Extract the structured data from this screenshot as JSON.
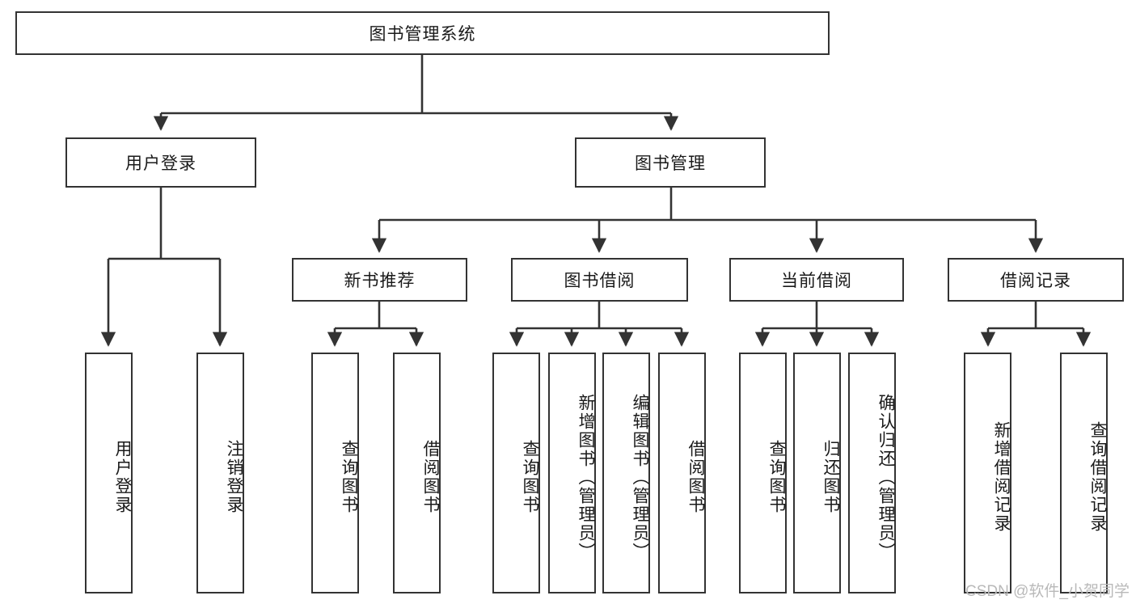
{
  "diagram": {
    "type": "tree",
    "title": "图书管理系统",
    "watermark": "CSDN @软件_小贺同学",
    "colors": {
      "stroke": "#333333",
      "fill": "#ffffff",
      "text": "#1a1a1a",
      "watermark": "#b9b9b9"
    },
    "levels": {
      "root": {
        "label": "图书管理系统"
      },
      "level2": [
        {
          "label": "用户登录"
        },
        {
          "label": "图书管理"
        }
      ],
      "level3": [
        {
          "label": "新书推荐"
        },
        {
          "label": "图书借阅"
        },
        {
          "label": "当前借阅"
        },
        {
          "label": "借阅记录"
        }
      ],
      "leaves": {
        "user_login": [
          {
            "label": "用户登录"
          },
          {
            "label": "注销登录"
          }
        ],
        "new_book": [
          {
            "label": "查询图书"
          },
          {
            "label": "借阅图书"
          }
        ],
        "book_borrow": [
          {
            "label": "查询图书"
          },
          {
            "label": "新增图书（管理员）"
          },
          {
            "label": "编辑图书（管理员）"
          },
          {
            "label": "借阅图书"
          }
        ],
        "current_borrow": [
          {
            "label": "查询图书"
          },
          {
            "label": "归还图书"
          },
          {
            "label": "确认归还（管理员）"
          }
        ],
        "borrow_record": [
          {
            "label": "新增借阅记录"
          },
          {
            "label": "查询借阅记录"
          }
        ]
      }
    }
  }
}
